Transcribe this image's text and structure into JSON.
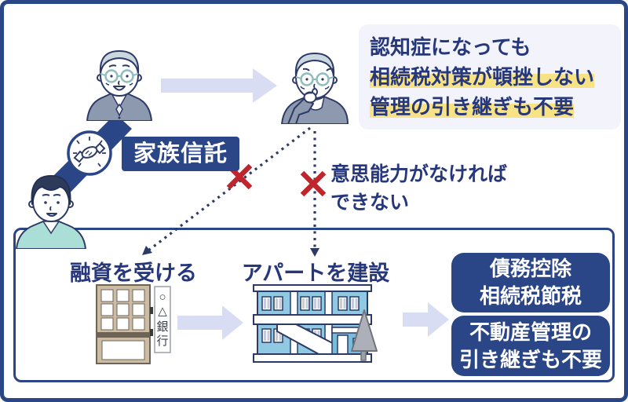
{
  "colors": {
    "navy": "#2B4687",
    "text_navy": "#27377B",
    "outline_navy": "#2E3A66",
    "red_cross": "#C0242C",
    "highlight_yellow": "#F7E386",
    "arrow_lavender": "#D9DDF3",
    "info_box_bg": "#F3F4FB",
    "building_blue": "#8FC9E2",
    "bank_tan": "#CDBCA4",
    "sweater_gray_blue": "#8D99AE",
    "sweater_mint": "#ABDED6",
    "hair_gray": "#CBD8E0"
  },
  "info_box": {
    "lines": [
      "認知症になっても",
      "相続税対策が頓挫しない",
      "管理の引き継ぎも不要"
    ]
  },
  "trust_badge": {
    "label": "家族信託"
  },
  "restriction_note": {
    "line1": "意思能力がなければ",
    "line2": "できない"
  },
  "bottom_section": {
    "loan_label": "融資を受ける",
    "build_label": "アパートを建設",
    "bank_sign_chars": [
      "○",
      "△",
      "銀",
      "行"
    ],
    "benefit_box_1": {
      "line1": "債務控除",
      "line2": "相続税節税"
    },
    "benefit_box_2": {
      "line1": "不動産管理の",
      "line2": "引き継ぎも不要"
    }
  },
  "icons": {
    "handshake": "handshake-icon",
    "elderly_man_healthy": "elderly-man-healthy-icon",
    "elderly_man_dementia": "elderly-man-dementia-icon",
    "young_man": "young-man-icon",
    "bank": "bank-icon",
    "apartment": "apartment-building-icon",
    "tree": "tree-icon",
    "x_mark": "x-mark-icon",
    "arrow": "arrow-icon",
    "dotted_arrow": "dotted-arrow-icon"
  }
}
